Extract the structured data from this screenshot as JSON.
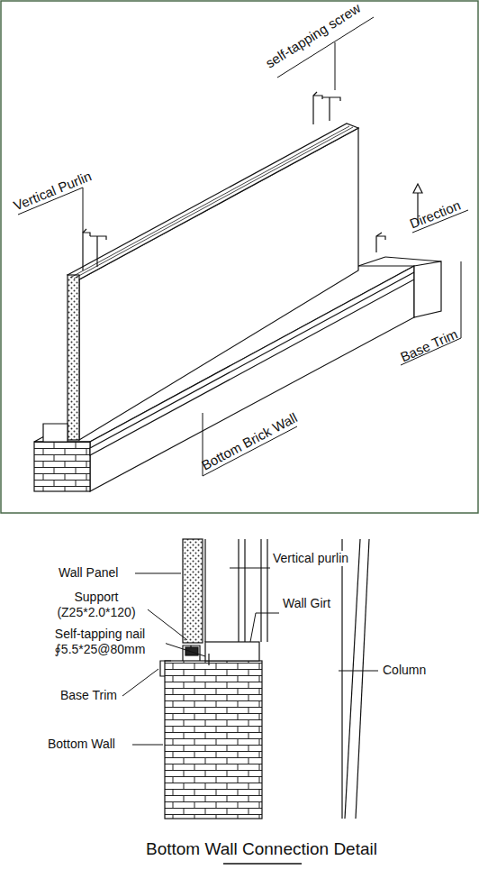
{
  "diagram": {
    "caption": "Bottom Wall Connection Detail",
    "labels": [
      "self-tapping screw",
      "Vertical Purlin",
      "Direction",
      "Base Trim",
      "Bottom Brick Wall",
      "Wall Panel",
      "Support (Z25*2.0*120)",
      "Self-tapping nail ∮5.5*25@80mm",
      "Base Trim",
      "Bottom Wall",
      "Vertical purlin",
      "Wall Girt",
      "Column"
    ]
  }
}
